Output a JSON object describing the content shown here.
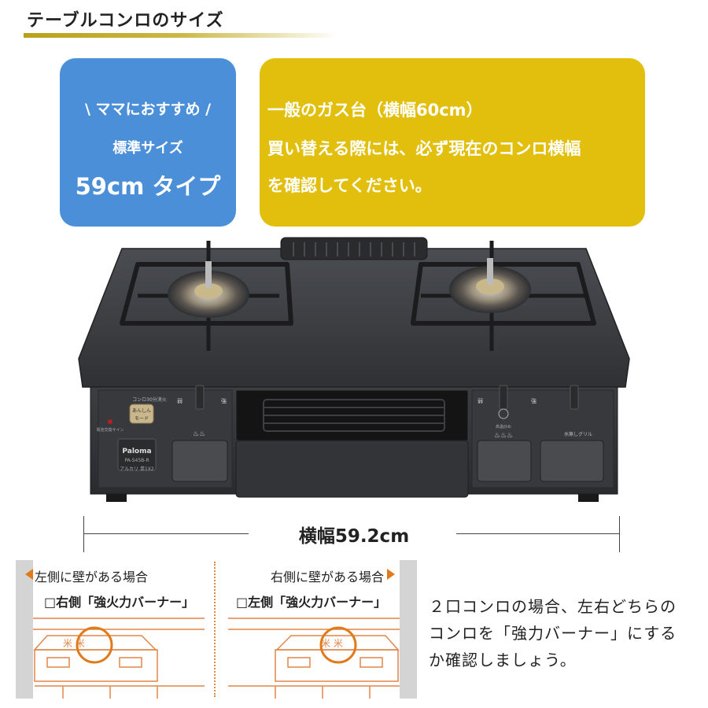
{
  "heading": {
    "title": "テーブルコンロのサイズ"
  },
  "blue_card": {
    "line1": "\\ ママにおすすめ /",
    "line2": "標準サイズ",
    "line3": "59cm タイプ"
  },
  "yellow_card": {
    "line1": "一般のガス台（横幅60cm）",
    "line2": "買い替える際には、必ず現在のコンロ横幅",
    "line3": "を確認してください。"
  },
  "stove": {
    "brand": "Paloma",
    "model": "PA-S45B-R",
    "battery": "アルカリ 単1X2",
    "mode_label1": "あんしん",
    "mode_label2": "モード",
    "timer_label": "コンロ30分消火",
    "grill_label": "水無しグリル",
    "ignite_label": "電池交換サイン",
    "heat_low": "弱",
    "heat_high": "強",
    "flame_left": "♨♨",
    "flame_right": "♨♨♨",
    "knob_note": "高温炒め"
  },
  "dimension": {
    "label": "横幅59.2cm"
  },
  "panels": {
    "left": {
      "title": "左側に壁がある場合",
      "check": "□右側「強火力バーナー」"
    },
    "right": {
      "title": "右側に壁がある場合",
      "check": "□左側「強火力バーナー」"
    }
  },
  "note": {
    "line1": "２口コンロの場合、左右どちらの",
    "line2": "コンロを「強力バーナー」にする",
    "line3": "か確認しましょう。"
  },
  "colors": {
    "blue": "#4a8fd8",
    "yellow": "#e2bf0d",
    "orange": "#e07a1a",
    "stove": "#3b3d40"
  }
}
